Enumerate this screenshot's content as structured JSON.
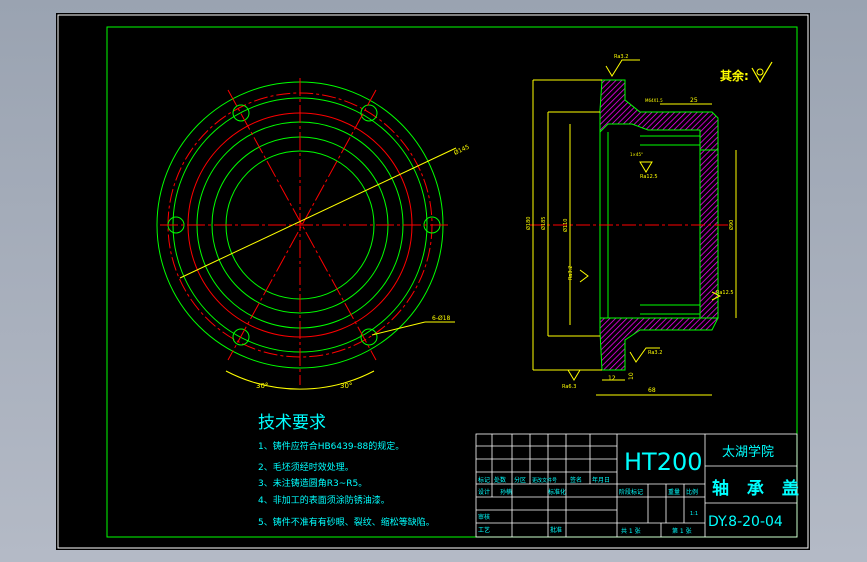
{
  "tech_title": "技术要求",
  "tech_notes": [
    "1、铸件应符合HB6439-88的规定。",
    "2、毛坯须经时效处理。",
    "3、未注铸造圆角R3~R5。",
    "4、非加工的表面须涂防锈油漆。",
    "5、铸件不准有有砂眼、裂纹、缩松等缺陷。"
  ],
  "title_block": {
    "material": "HT200",
    "school": "太湖学院",
    "part_name": "轴 承 盖",
    "drawing_number": "DY.8-20-04",
    "scale": "1:1",
    "sheet_total": "共 1 张",
    "sheet_no": "第 1 张",
    "row_headers": [
      "标记",
      "处数",
      "分区",
      "更改文件号",
      "签名",
      "年月日"
    ],
    "row_design": [
      "设计",
      "孙楠",
      "",
      "标准化"
    ],
    "row_check": "审核",
    "row_process": "工艺",
    "row_approve": "批准",
    "stage_headers": [
      "阶段标记",
      "重量",
      "比例"
    ]
  },
  "roughness_note": "其余:",
  "dims": {
    "pcd": "Ø145",
    "holes": "6-Ø18",
    "angle_left": "30°",
    "angle_right": "30°",
    "d_outer": "Ø180",
    "d_a": "Ø185",
    "d_b": "Ø110",
    "d_c": "Ø90",
    "len_total": "68",
    "len_25": "25",
    "len_12": "12",
    "len_10": "10",
    "m64": "M64X1.5",
    "r1": "Ra3.2",
    "r2": "Ra12.5",
    "r3": "Ra3.2",
    "r4": "Ra12.5",
    "r5": "Ra6.3",
    "r6": "Ra3.2",
    "chamfer": "1×45°"
  },
  "colors": {
    "frame": "#ffffff",
    "inner_frame": "#00ff00",
    "red": "#ff0000",
    "yellow": "#ffff00",
    "green": "#00ff00",
    "magenta": "#ff00ff",
    "cyan": "#00ffff"
  }
}
